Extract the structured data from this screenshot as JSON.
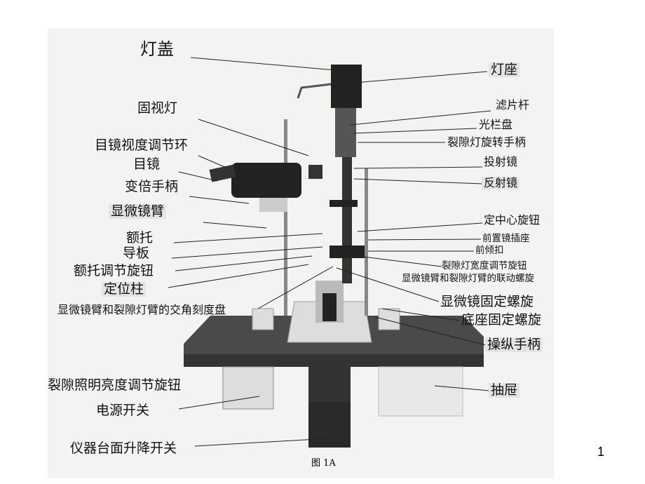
{
  "labels": {
    "l1": "灯盖",
    "l2": "固视灯",
    "l3": "目镜视度调节环",
    "l4": "目镜",
    "l5": "变倍手柄",
    "l6": "显微镜臂",
    "l7": "额托",
    "l8": "导板",
    "l9": "额托调节旋钮",
    "l10": "定位柱",
    "l11": "显微镜臂和裂隙灯臂的交角刻度盘",
    "l12": "裂隙照明亮度调节旋钮",
    "l13": "电源开关",
    "l14": "仪器台面升降开关",
    "r1": "灯座",
    "r2": "滤片杆",
    "r3": "光栏盘",
    "r4": "裂隙灯旋转手柄",
    "r5": "投射镜",
    "r6": "反射镜",
    "r7": "定中心旋钮",
    "r8": "前置镜插座",
    "r9": "前倾扣",
    "r10": "裂隙灯宽度调节旋钮",
    "r11": "显微镜臂和裂隙灯臂的联动螺旋",
    "r12": "显微镜固定螺旋",
    "r13": "底座固定螺旋",
    "r14": "操纵手柄",
    "r15": "抽屉"
  },
  "caption": "图 1A",
  "page_number": "1"
}
